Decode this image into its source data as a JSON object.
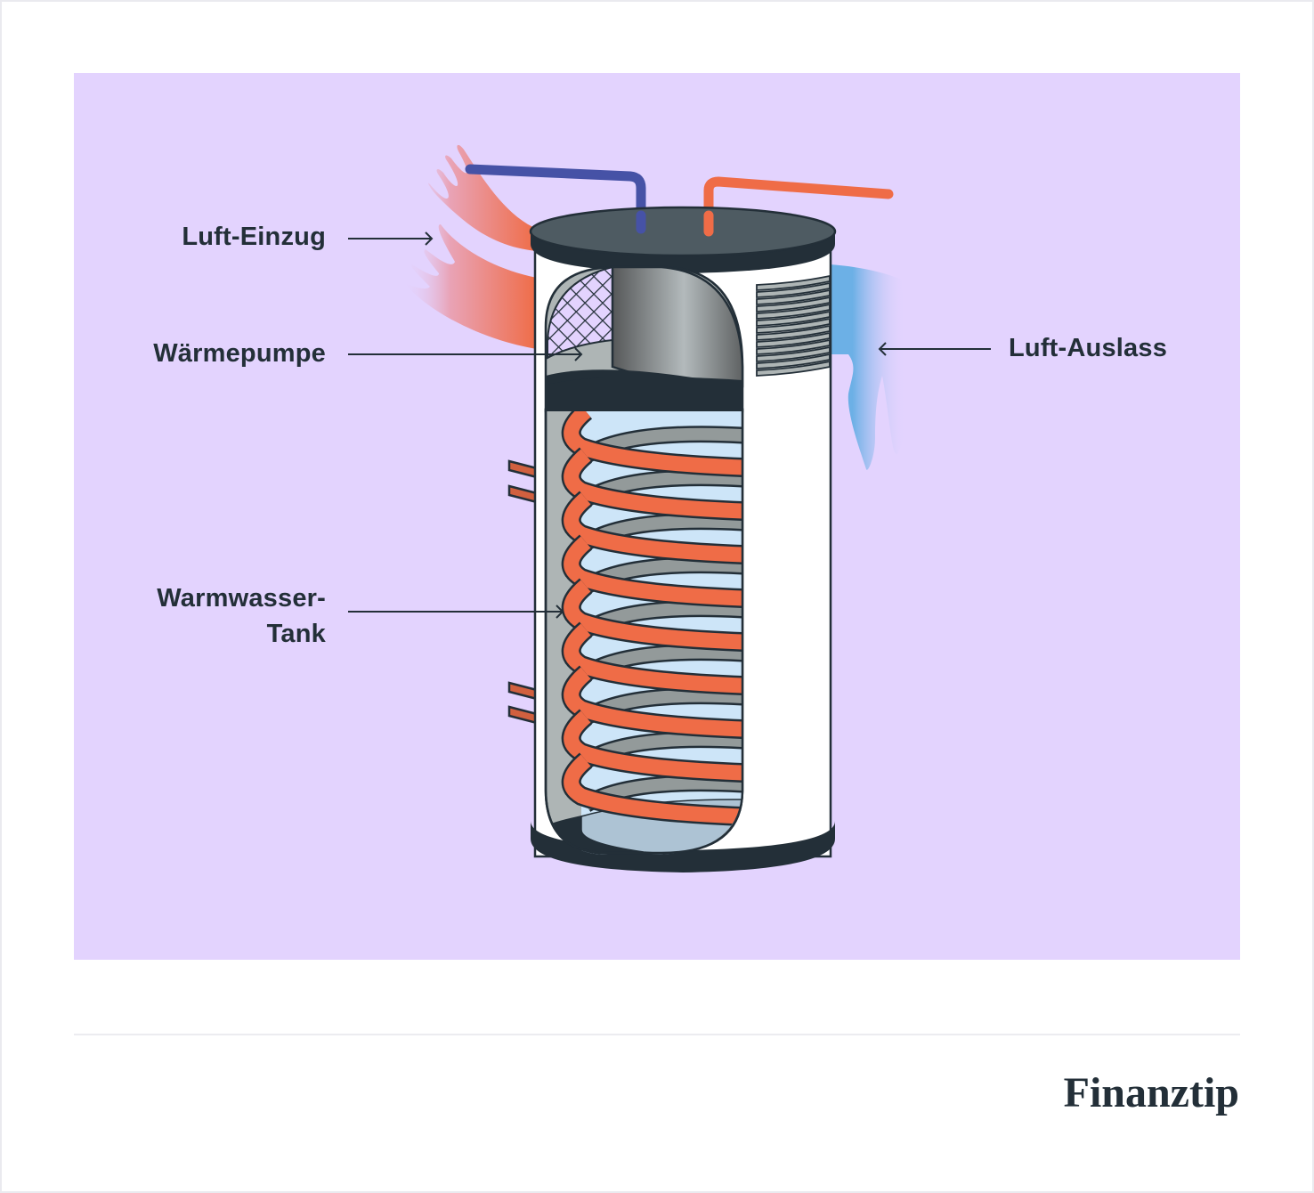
{
  "diagram": {
    "title": "Warmwasser-Wärmepumpe (Aufbau)",
    "labels": {
      "air_intake": "Luft-Einzug",
      "heat_pump": "Wärmepumpe",
      "hot_water_tank_line1": "Warmwasser-",
      "hot_water_tank_line2": "Tank",
      "air_outlet": "Luft-Auslass"
    },
    "components": [
      {
        "id": "cold-water-pipe",
        "color": "#4652a6"
      },
      {
        "id": "hot-water-pipe",
        "color": "#ef6c47"
      },
      {
        "id": "air-intake-plume",
        "color": "#ef6c47"
      },
      {
        "id": "air-outlet-plume",
        "color": "#6cb0e6"
      },
      {
        "id": "heating-coil",
        "color": "#ef6c47"
      },
      {
        "id": "heat-exchanger-coil",
        "color": "#939a9a"
      },
      {
        "id": "water",
        "color": "#cde5f8"
      }
    ],
    "colors": {
      "background_panel": "#e3d3fe",
      "outline": "#232f38",
      "lid": "#4e5b62",
      "casing": "#ffffff"
    }
  },
  "footer": {
    "brand": "Finanztip"
  }
}
